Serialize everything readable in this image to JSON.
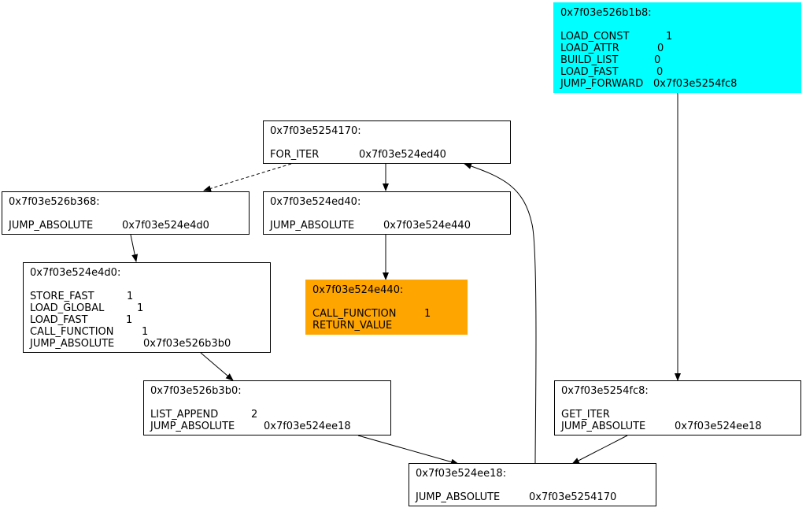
{
  "diagram": {
    "nodes": {
      "b1b8": {
        "address": "0x7f03e526b1b8:",
        "color": "#00ffff",
        "instructions": [
          {
            "op": "LOAD_CONST",
            "arg": "1"
          },
          {
            "op": "LOAD_ATTR",
            "arg": "0"
          },
          {
            "op": "BUILD_LIST",
            "arg": "0"
          },
          {
            "op": "LOAD_FAST",
            "arg": "0"
          },
          {
            "op": "JUMP_FORWARD",
            "arg": "0x7f03e5254fc8"
          }
        ]
      },
      "n4170": {
        "address": "0x7f03e5254170:",
        "instructions": [
          {
            "op": "FOR_ITER",
            "arg": "0x7f03e524ed40"
          }
        ]
      },
      "b368": {
        "address": "0x7f03e526b368:",
        "instructions": [
          {
            "op": "JUMP_ABSOLUTE",
            "arg": "0x7f03e524e4d0"
          }
        ]
      },
      "ed40": {
        "address": "0x7f03e524ed40:",
        "instructions": [
          {
            "op": "JUMP_ABSOLUTE",
            "arg": "0x7f03e524e440"
          }
        ]
      },
      "e4d0": {
        "address": "0x7f03e524e4d0:",
        "instructions": [
          {
            "op": "STORE_FAST",
            "arg": "1"
          },
          {
            "op": "LOAD_GLOBAL",
            "arg": "1"
          },
          {
            "op": "LOAD_FAST",
            "arg": "1"
          },
          {
            "op": "CALL_FUNCTION",
            "arg": "1"
          },
          {
            "op": "JUMP_ABSOLUTE",
            "arg": "0x7f03e526b3b0"
          }
        ]
      },
      "e440": {
        "address": "0x7f03e524e440:",
        "color": "#ffa500",
        "instructions": [
          {
            "op": "CALL_FUNCTION",
            "arg": "1"
          },
          {
            "op": "RETURN_VALUE",
            "arg": ""
          }
        ]
      },
      "b3b0": {
        "address": "0x7f03e526b3b0:",
        "instructions": [
          {
            "op": "LIST_APPEND",
            "arg": "2"
          },
          {
            "op": "JUMP_ABSOLUTE",
            "arg": "0x7f03e524ee18"
          }
        ]
      },
      "fc8": {
        "address": "0x7f03e5254fc8:",
        "instructions": [
          {
            "op": "GET_ITER",
            "arg": ""
          },
          {
            "op": "JUMP_ABSOLUTE",
            "arg": "0x7f03e524ee18"
          }
        ]
      },
      "ee18": {
        "address": "0x7f03e524ee18:",
        "instructions": [
          {
            "op": "JUMP_ABSOLUTE",
            "arg": "0x7f03e5254170"
          }
        ]
      }
    },
    "edges": [
      {
        "from": "b1b8",
        "to": "fc8",
        "style": "solid"
      },
      {
        "from": "n4170",
        "to": "b368",
        "style": "dashed"
      },
      {
        "from": "n4170",
        "to": "ed40",
        "style": "solid"
      },
      {
        "from": "b368",
        "to": "e4d0",
        "style": "solid"
      },
      {
        "from": "ed40",
        "to": "e440",
        "style": "solid"
      },
      {
        "from": "e4d0",
        "to": "b3b0",
        "style": "solid"
      },
      {
        "from": "b3b0",
        "to": "ee18",
        "style": "solid"
      },
      {
        "from": "fc8",
        "to": "ee18",
        "style": "solid"
      },
      {
        "from": "ee18",
        "to": "n4170",
        "style": "solid"
      }
    ]
  }
}
